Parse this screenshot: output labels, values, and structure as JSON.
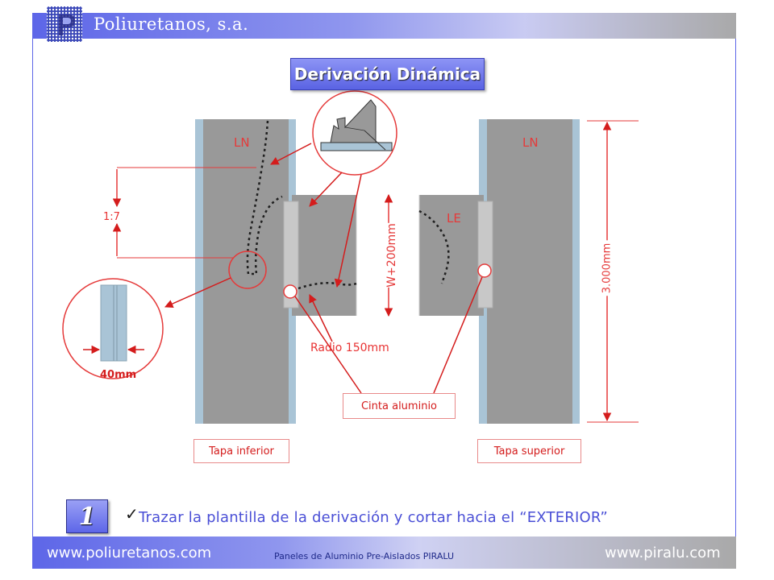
{
  "header": {
    "company": "Poliuretanos, s.a."
  },
  "diagram": {
    "title": "Derivación Dinámica",
    "panel_left_label": "LN",
    "panel_right_label": "LN",
    "panel_center_label": "LE",
    "ratio_label": "1:7",
    "width_label": "W+200mm",
    "height_label": "3.000mm",
    "radius_label": "Radio 150mm",
    "detail_label": "40mm",
    "tag_inferior": "Tapa inferior",
    "tag_superior": "Tapa superior",
    "tag_cinta": "Cinta aluminio",
    "colors": {
      "red": "#e53a3a",
      "panel": "#999999",
      "edge": "#a9c4d6",
      "accent": "#5d66e8"
    }
  },
  "instruction": {
    "step": "1",
    "check_icon": "checkmark-icon",
    "text": "Trazar la plantilla de la derivación y cortar hacia el “EXTERIOR”"
  },
  "footer": {
    "left_url": "www.poliuretanos.com",
    "center": "Paneles de Aluminio Pre-Aislados PIRALU",
    "right_url": "www.piralu.com"
  }
}
